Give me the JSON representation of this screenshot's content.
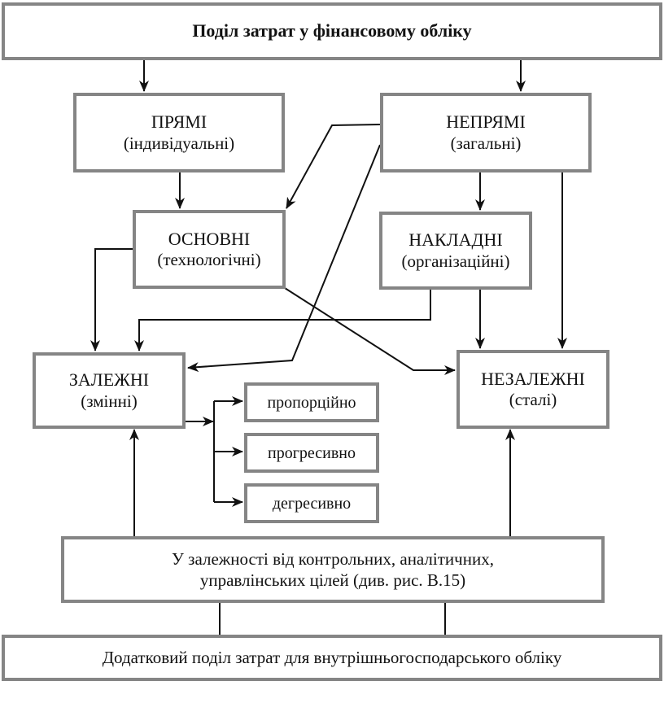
{
  "diagram": {
    "title": "Поділ затрат у фінансовому обліку",
    "nodes": {
      "direct": {
        "label": "ПРЯМІ",
        "sublabel": "(індивідуальні)"
      },
      "indirect": {
        "label": "НЕПРЯМІ",
        "sublabel": "(загальні)"
      },
      "basic": {
        "label": "ОСНОВНІ",
        "sublabel": "(технологічні)"
      },
      "overhead": {
        "label": "НАКЛАДНІ",
        "sublabel": "(організаційні)"
      },
      "variable": {
        "label": "ЗАЛЕЖНІ",
        "sublabel": "(змінні)"
      },
      "fixed": {
        "label": "НЕЗАЛЕЖНІ",
        "sublabel": "(сталі)"
      },
      "proportional": {
        "label": "пропорційно"
      },
      "progressive": {
        "label": "прогресивно"
      },
      "degressive": {
        "label": "дегресивно"
      },
      "purposes": {
        "line1": "У залежності від контрольних, аналітичних,",
        "line2": "управлінських цілей (див. рис. В.15)"
      },
      "additional": {
        "label": "Додатковий поділ затрат для внутрішньогосподарського обліку"
      }
    },
    "edges": [
      {
        "from": "title",
        "to": "direct"
      },
      {
        "from": "title",
        "to": "indirect"
      },
      {
        "from": "direct",
        "to": "basic"
      },
      {
        "from": "indirect",
        "to": "basic"
      },
      {
        "from": "indirect",
        "to": "overhead"
      },
      {
        "from": "indirect",
        "to": "fixed"
      },
      {
        "from": "indirect",
        "to": "variable"
      },
      {
        "from": "basic",
        "to": "variable"
      },
      {
        "from": "basic",
        "to": "fixed"
      },
      {
        "from": "overhead",
        "to": "variable"
      },
      {
        "from": "overhead",
        "to": "fixed"
      },
      {
        "from": "variable",
        "to": "proportional"
      },
      {
        "from": "variable",
        "to": "progressive"
      },
      {
        "from": "variable",
        "to": "degressive"
      },
      {
        "from": "purposes",
        "to": "variable"
      },
      {
        "from": "purposes",
        "to": "fixed"
      },
      {
        "from": "additional",
        "to": "purposes"
      }
    ]
  },
  "colors": {
    "box_border": "#858585",
    "line": "#111111",
    "background": "#ffffff"
  }
}
